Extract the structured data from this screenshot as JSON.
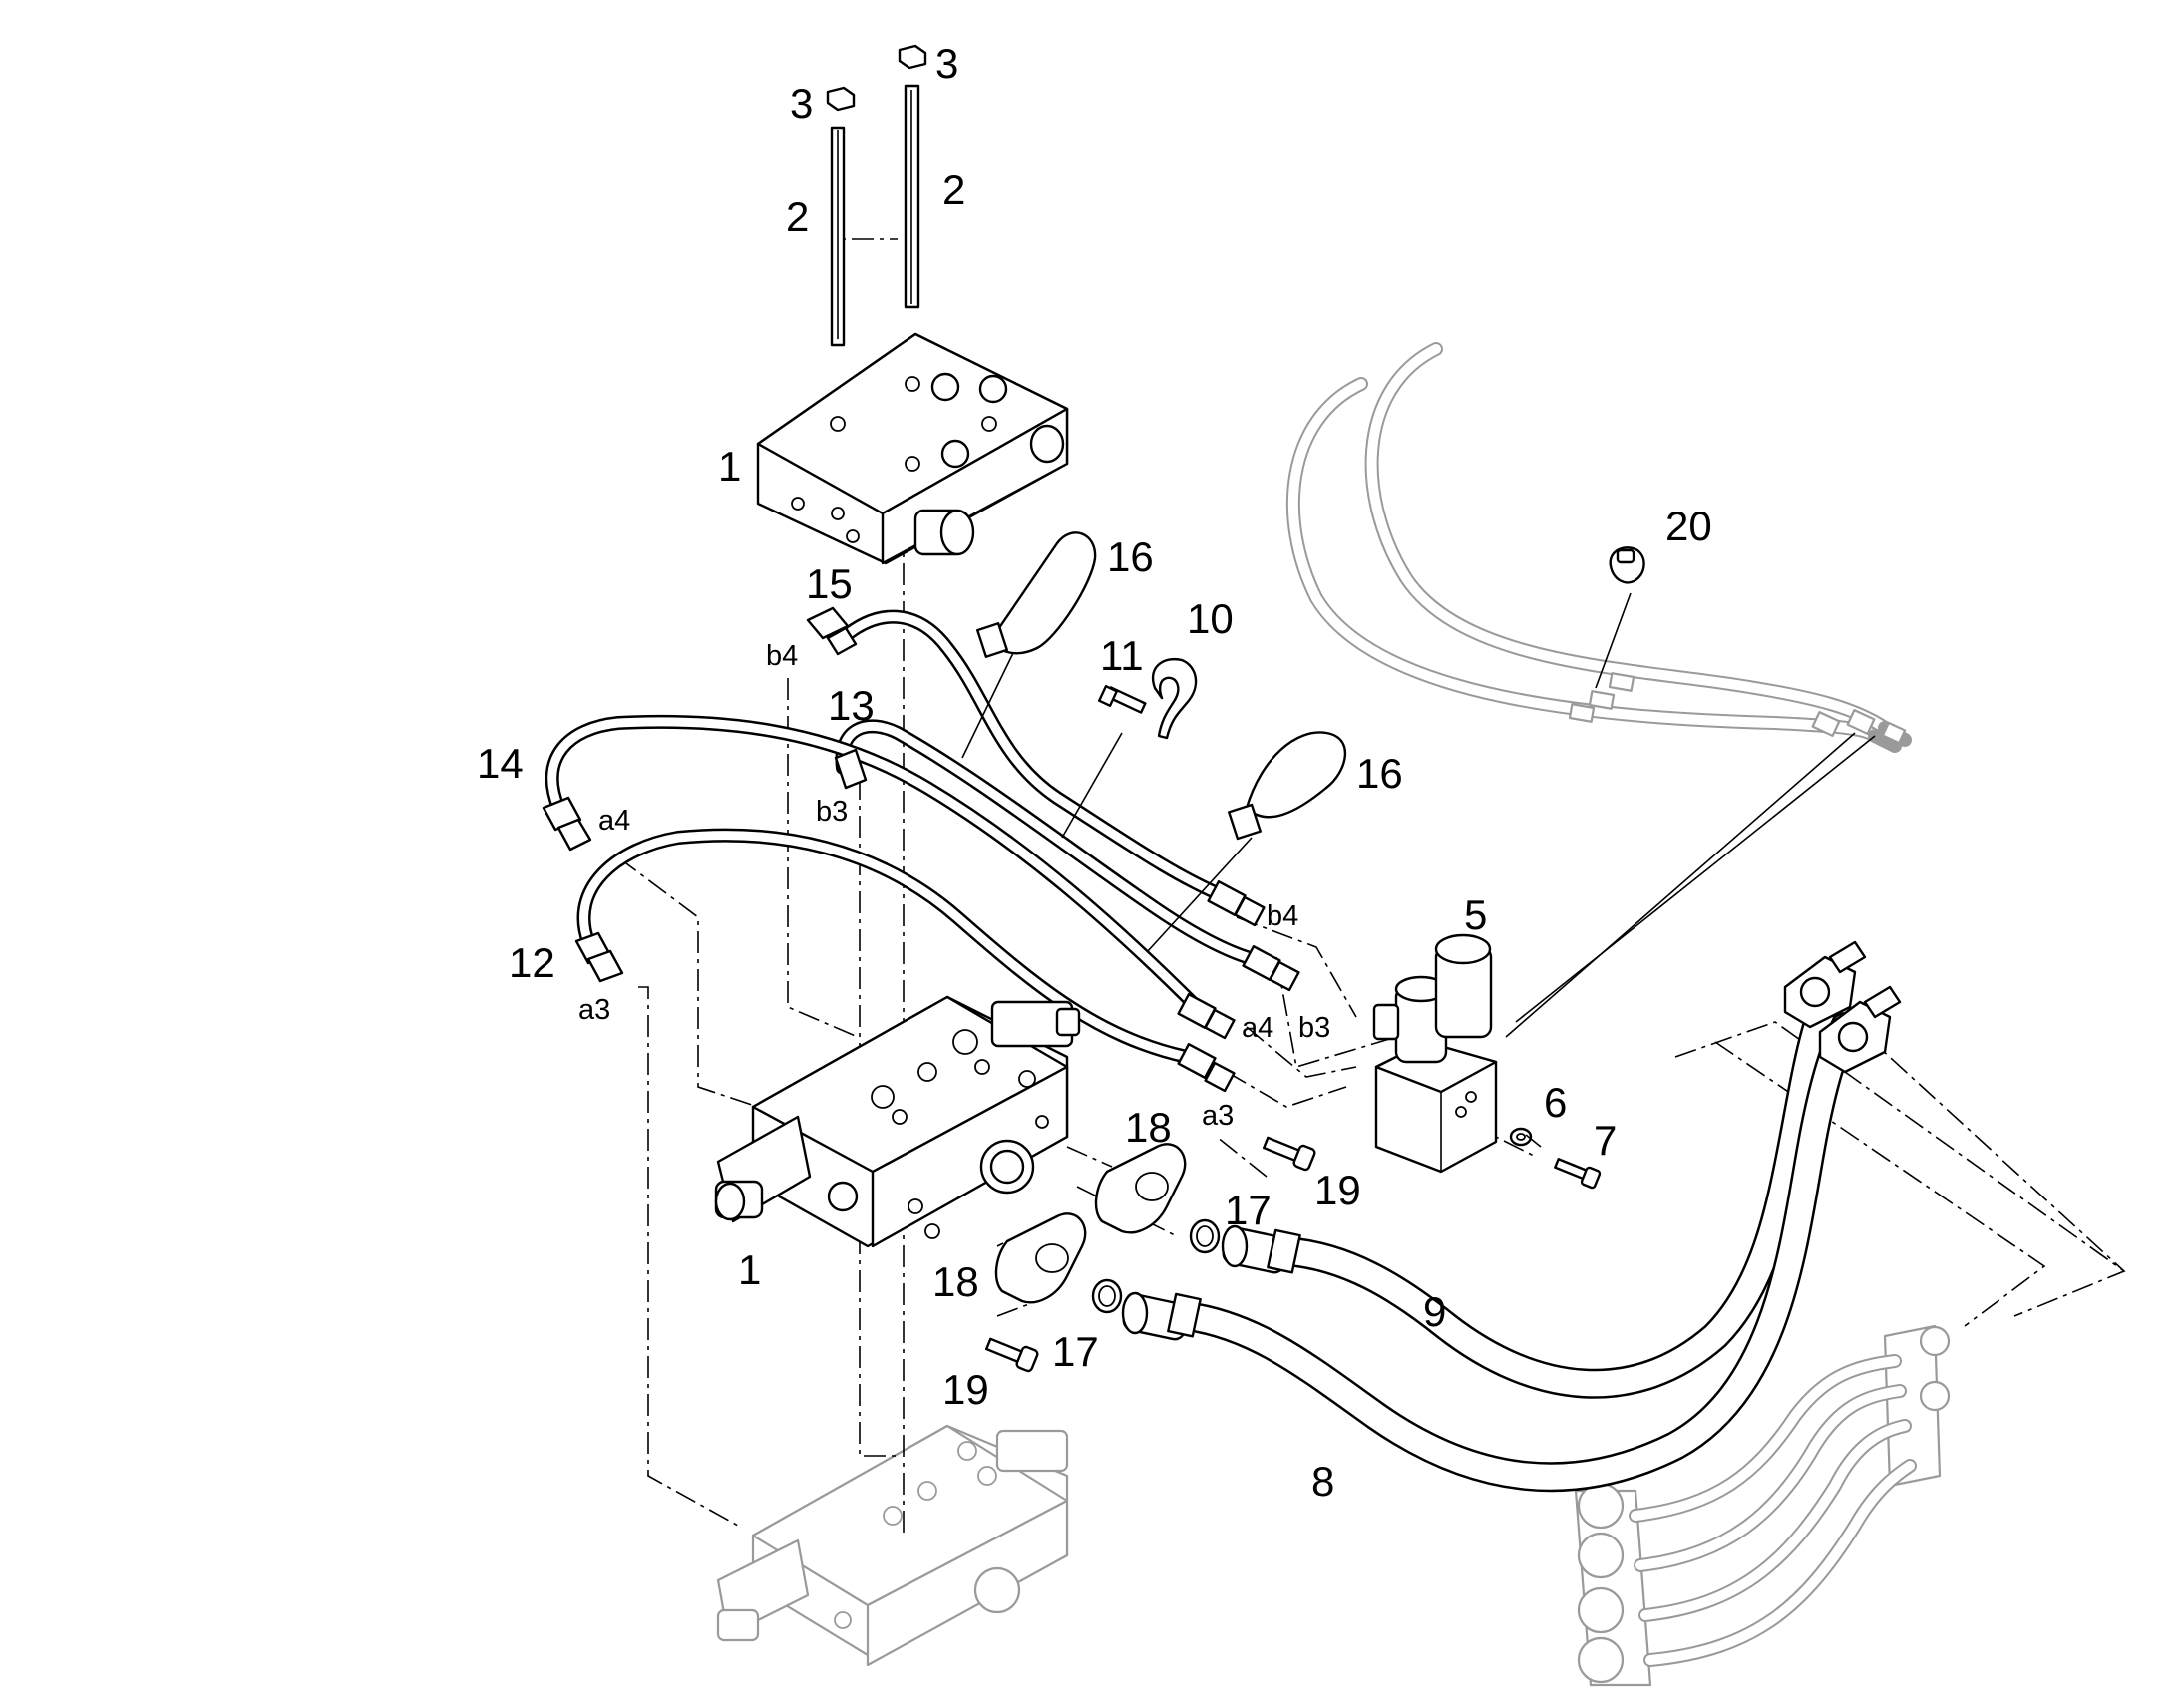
{
  "callouts": {
    "c1_top": "1",
    "c1_bottom": "1",
    "c2_left": "2",
    "c2_right": "2",
    "c3_left": "3",
    "c3_right": "3",
    "c5": "5",
    "c6": "6",
    "c7": "7",
    "c8": "8",
    "c9": "9",
    "c10": "10",
    "c11": "11",
    "c12": "12",
    "c13": "13",
    "c14": "14",
    "c15": "15",
    "c16_top": "16",
    "c16_mid": "16",
    "c17_upper": "17",
    "c17_lower": "17",
    "c18_upper": "18",
    "c18_lower": "18",
    "c19_upper": "19",
    "c19_lower": "19",
    "c20": "20"
  },
  "ports": {
    "b4_top": "b4",
    "b3_left": "b3",
    "a4_left": "a4",
    "a3_left": "a3",
    "b4_right": "b4",
    "a4_right": "a4",
    "b3_right": "b3",
    "a3_right": "a3"
  }
}
